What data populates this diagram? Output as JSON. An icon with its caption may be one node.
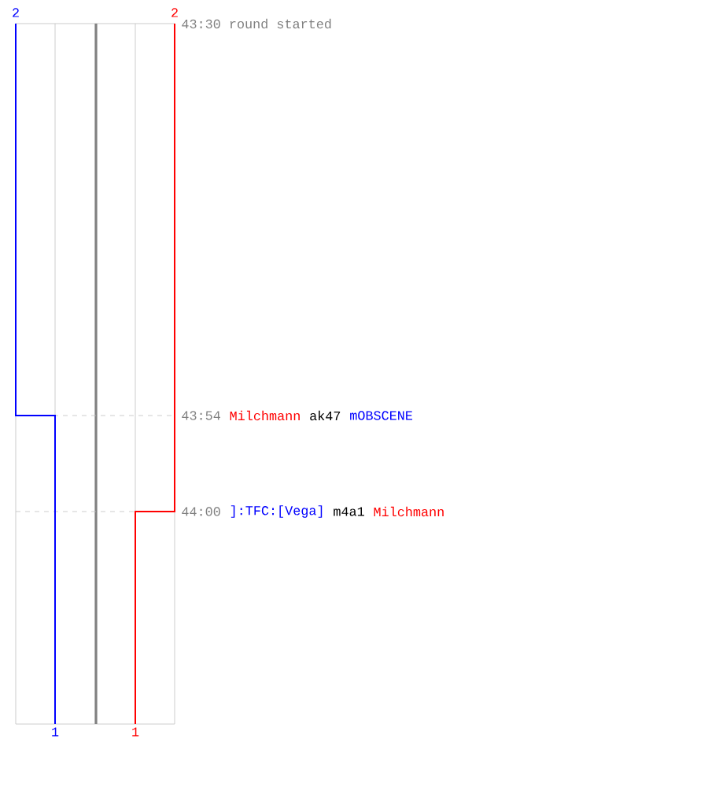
{
  "diagram": {
    "labels": [
      "2",
      "2",
      "43:30 round started",
      "43:54",
      "Milchmann",
      "ak47",
      "mOBSCENE",
      "44:00",
      "]:TFC:[Vega]",
      "m4a1",
      "Milchmann",
      "1",
      "1"
    ]
  }
}
